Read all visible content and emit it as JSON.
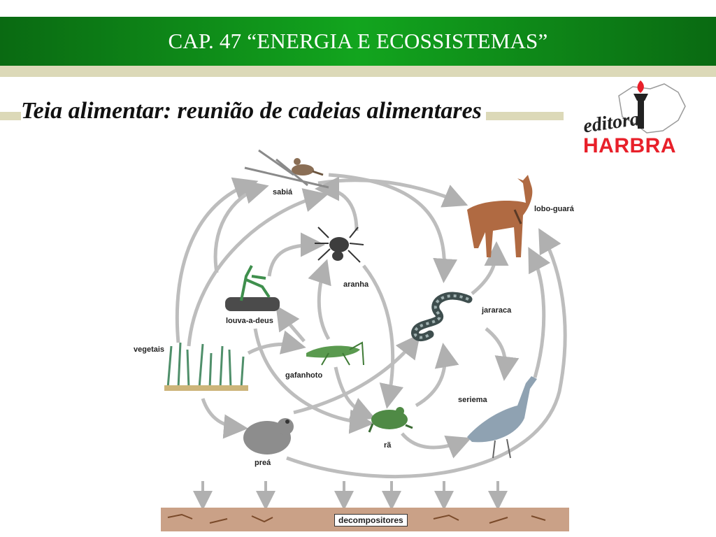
{
  "header": {
    "title": "CAP. 47 “ENERGIA E ECOSSISTEMAS”"
  },
  "subtitle": "Teia alimentar: reunião de cadeias alimentares",
  "logo": {
    "script": "editora",
    "brand": "HARBRA",
    "brand_color": "#e8202a"
  },
  "colors": {
    "header_green": "#12a51e",
    "strip": "#dcd9b8",
    "arrow": "#b8b8b8"
  },
  "diagram": {
    "nodes": {
      "sabia": "sabiá",
      "lobo_guara": "lobo-guará",
      "aranha": "aranha",
      "jararaca": "jararaca",
      "louva_a_deus": "louva-a-deus",
      "vegetais": "vegetais",
      "gafanhoto": "gafanhoto",
      "seriema": "seriema",
      "ra": "rã",
      "prea": "preá",
      "decompositores": "decompositores"
    }
  }
}
